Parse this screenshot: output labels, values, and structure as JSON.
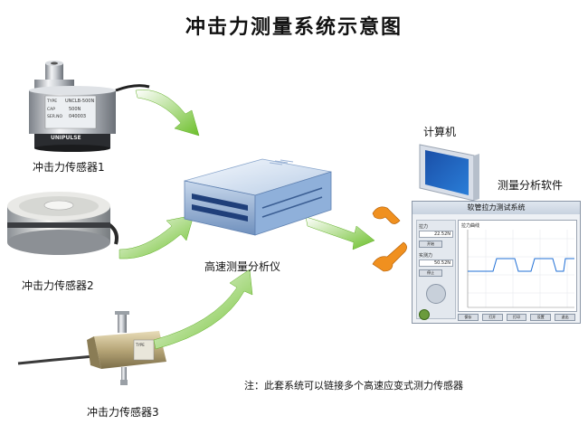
{
  "title": "冲击力测量系统示意图",
  "sensors": [
    {
      "label": "冲击力传感器1",
      "type_text": "TYPE",
      "model_text": "UNCLB-500N",
      "cap_text": "CAP",
      "cap_value": "500N",
      "ser_text": "SER.NO",
      "ser_value": "040003",
      "brand": "UNIPULSE"
    },
    {
      "label": "冲击力传感器2"
    },
    {
      "label": "冲击力传感器3",
      "plate_text": "TYPE"
    }
  ],
  "analyzer": {
    "label": "高速测量分析仪"
  },
  "computer": {
    "label": "计算机"
  },
  "software": {
    "label": "测量分析软件",
    "window_title": "软管拉力测试系统",
    "field1_label": "拉力",
    "field1_value": "22.52N",
    "field2_label": "实测力",
    "field2_value": "50.52N",
    "chart_title": "拉力曲线",
    "btn_labels": [
      "开始",
      "停止",
      "保存",
      "打开",
      "打印",
      "设置",
      "退出"
    ]
  },
  "note": "注：此套系统可以链接多个高速应变式测力传感器",
  "colors": {
    "arrow": "#7fc43a",
    "device": "#7f9fcb",
    "wrench": "#f08a1e"
  }
}
